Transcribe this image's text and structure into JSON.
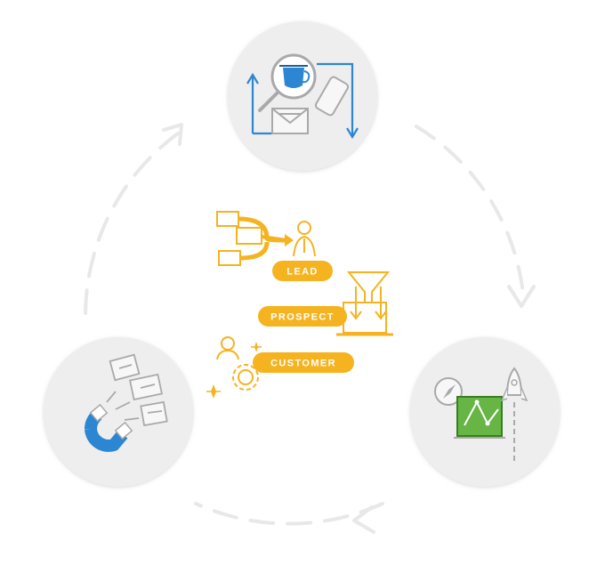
{
  "stages": [
    {
      "label": "LEAD",
      "color": "#F5B320"
    },
    {
      "label": "PROSPECT",
      "color": "#F5B320"
    },
    {
      "label": "CUSTOMER",
      "color": "#F5B320"
    }
  ],
  "colors": {
    "ring": "#e8e8e8",
    "circle_fill": "#eeeeef",
    "circle_shadow": "#d4d4d6",
    "blue": "#2d86d2",
    "gray_icon": "#a9a9ab",
    "green": "#67b544",
    "gold": "#F5B320"
  }
}
